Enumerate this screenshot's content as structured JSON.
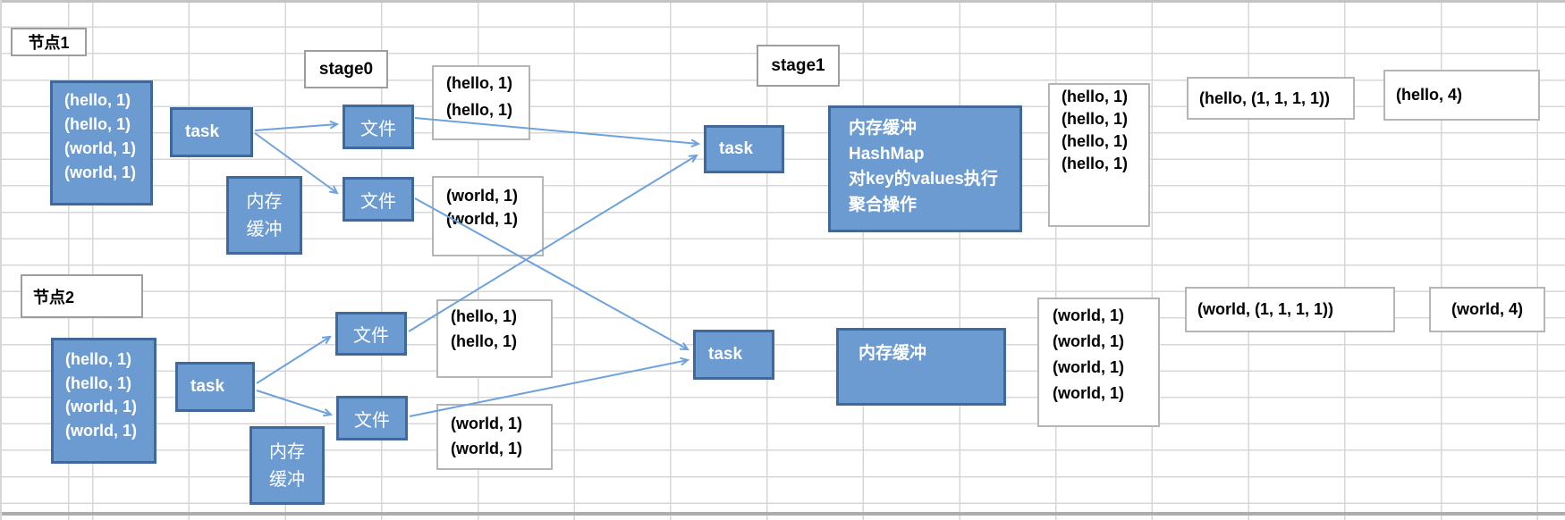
{
  "labels": {
    "node1": "节点1",
    "node2": "节点2",
    "stage0": "stage0",
    "stage1": "stage1"
  },
  "row1": {
    "input": [
      "(hello, 1)",
      "(hello, 1)",
      "(world, 1)",
      "(world, 1)"
    ],
    "map_task": "task",
    "buffer": [
      "内存",
      "缓冲"
    ],
    "file_top": "文件",
    "file_bottom": "文件",
    "file_top_out": [
      "(hello, 1)",
      "(hello, 1)"
    ],
    "file_bottom_out": [
      "(world, 1)",
      "(world, 1)"
    ],
    "reduce_task": "task",
    "agg": [
      "内存缓冲",
      "HashMap",
      "对key的values执行",
      "聚合操作"
    ],
    "collected": [
      "(hello, 1)",
      "(hello, 1)",
      "(hello, 1)",
      "(hello, 1)"
    ],
    "grouped": "(hello, (1, 1, 1, 1))",
    "result": "(hello, 4)"
  },
  "row2": {
    "input": [
      "(hello, 1)",
      "(hello, 1)",
      "(world, 1)",
      "(world, 1)"
    ],
    "map_task": "task",
    "buffer": [
      "内存",
      "缓冲"
    ],
    "file_top": "文件",
    "file_bottom": "文件",
    "file_top_out": [
      "(hello, 1)",
      "(hello, 1)"
    ],
    "file_bottom_out": [
      "(world, 1)",
      "(world, 1)"
    ],
    "reduce_task": "task",
    "agg": [
      "内存缓冲"
    ],
    "collected": [
      "(world, 1)",
      "(world, 1)",
      "(world, 1)",
      "(world, 1)"
    ],
    "grouped": "(world, (1, 1, 1, 1))",
    "result": "(world, 4)"
  },
  "colors": {
    "box_fill": "#6c9bd2",
    "box_border": "#3f689b",
    "arrow": "#6ea2dc",
    "grid_line": "#d7d7d7"
  }
}
